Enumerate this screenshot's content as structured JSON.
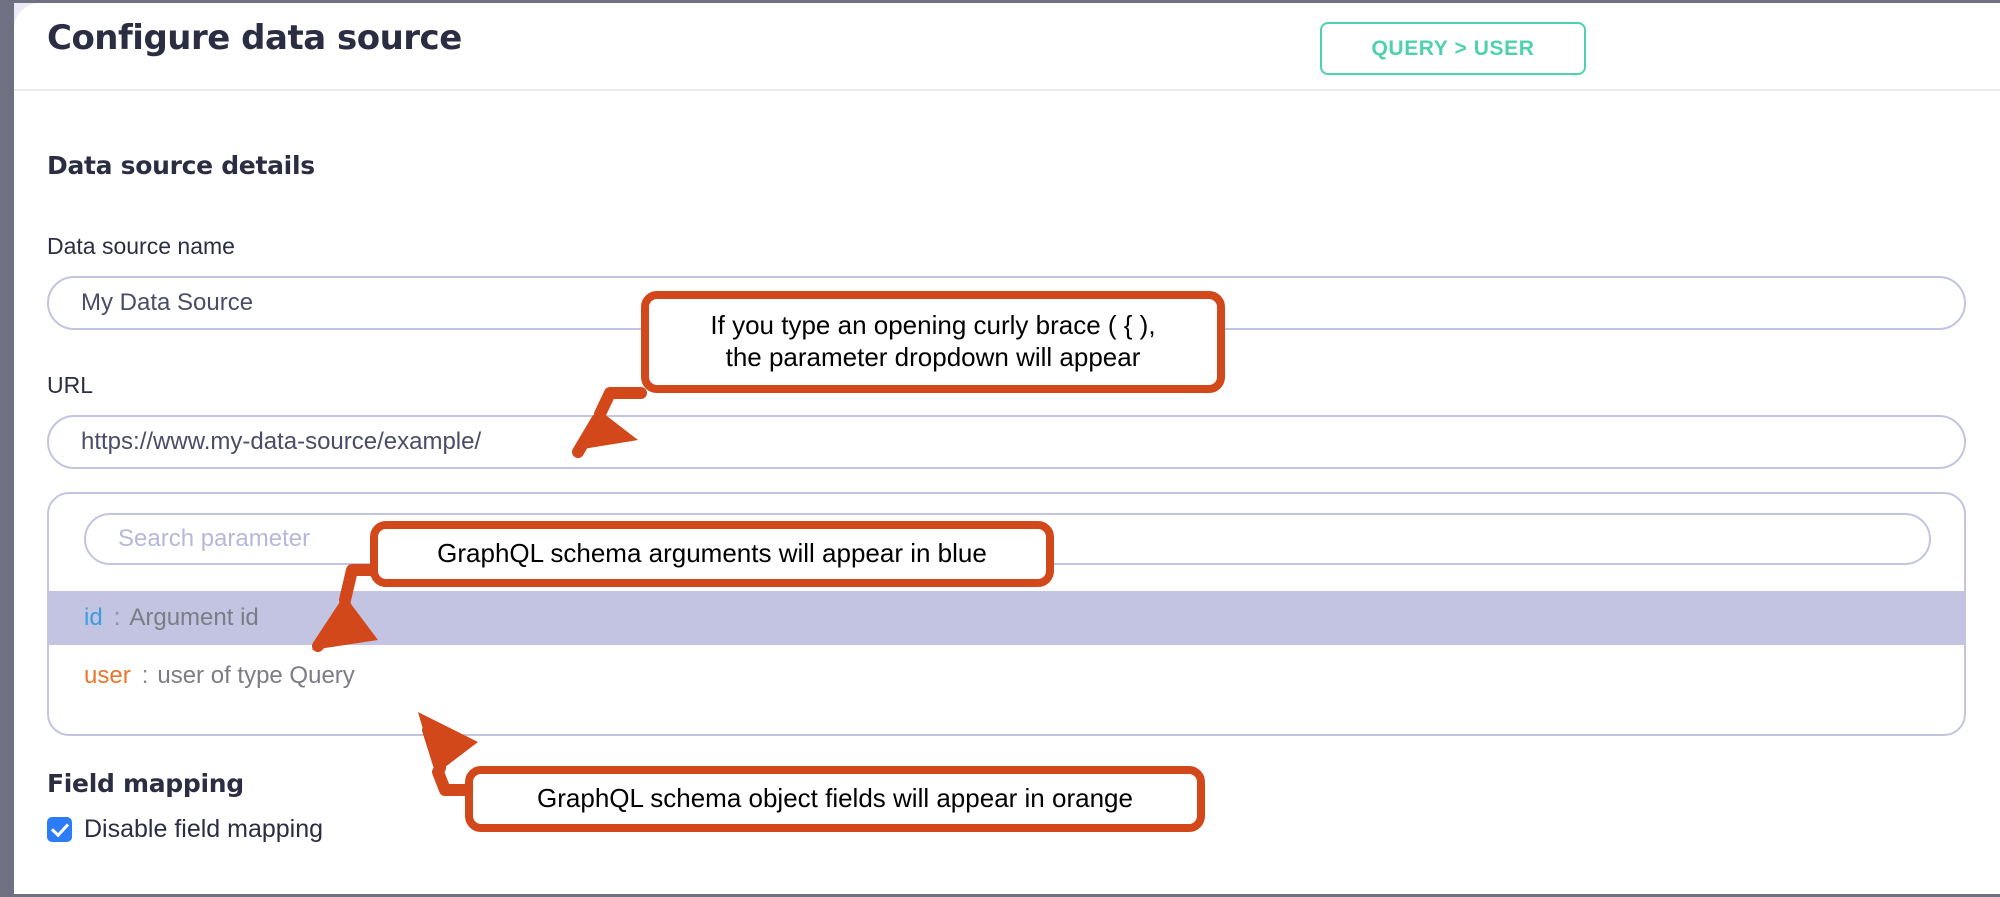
{
  "header": {
    "title": "Configure data source",
    "query_button_label": "QUERY > USER"
  },
  "sections": {
    "data_source_details_heading": "Data source details",
    "field_mapping_heading": "Field mapping"
  },
  "form": {
    "data_source_name_label": "Data source name",
    "data_source_name_value": "My Data Source",
    "url_label": "URL",
    "url_value": "https://www.my-data-source/example/"
  },
  "parameter_dropdown": {
    "search_placeholder": "Search parameter",
    "options": [
      {
        "key": "id",
        "colon": ":",
        "description": "Argument id",
        "kind": "argument",
        "selected": true
      },
      {
        "key": "user",
        "colon": ":",
        "description": "user of type Query",
        "kind": "field",
        "selected": false
      }
    ]
  },
  "field_mapping": {
    "disable_label": "Disable field mapping",
    "disable_checked": true
  },
  "annotations": [
    {
      "id": "curly-brace",
      "text": "If you type an opening curly brace ( { ),\nthe parameter dropdown will appear"
    },
    {
      "id": "arguments-blue",
      "text": "GraphQL schema arguments will appear in blue"
    },
    {
      "id": "object-fields-orange",
      "text": "GraphQL schema object fields will appear in orange"
    }
  ],
  "colors": {
    "accent_teal": "#4fd1b0",
    "input_border": "#c3c4e2",
    "argument_blue": "#3b9ede",
    "field_orange": "#e8762c",
    "annotation_red": "#d2481a",
    "checkbox_blue": "#2b7cf6",
    "text_dark": "#2b2d42",
    "selected_row": "#c3c4e2"
  }
}
